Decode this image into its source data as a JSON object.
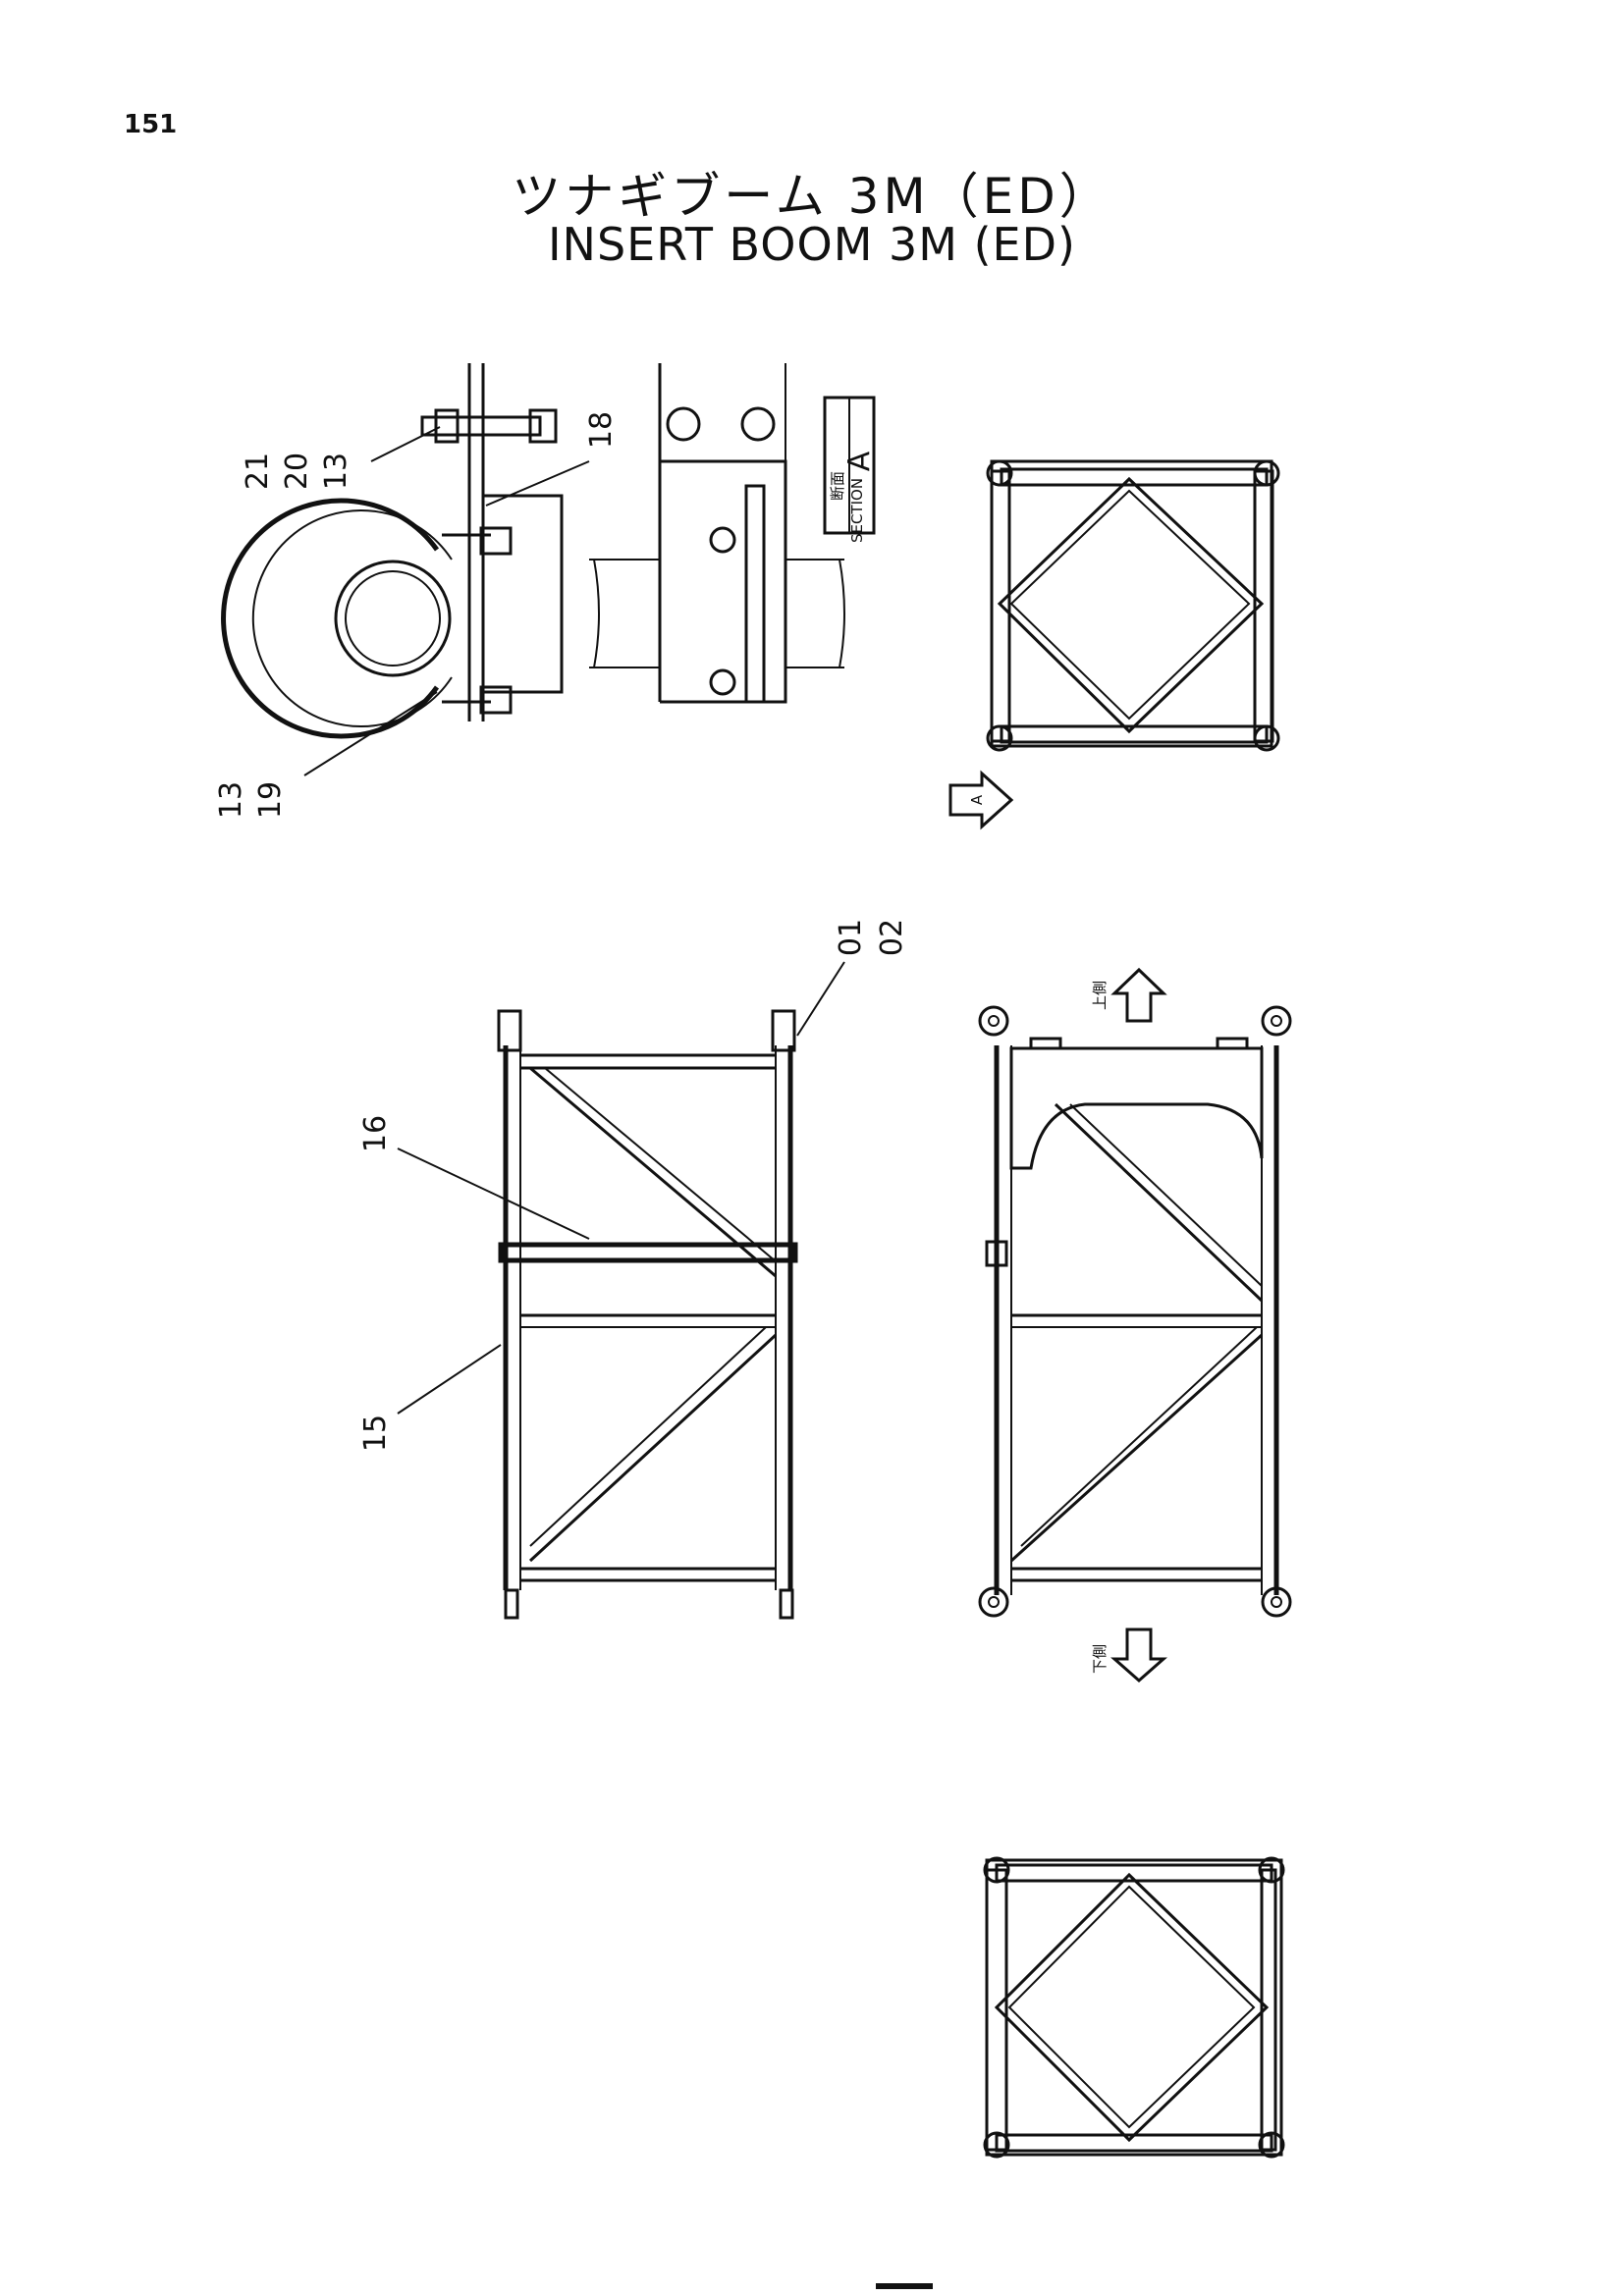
{
  "page_number": "151",
  "title": {
    "japanese": "ツナギブーム 3M（ED）",
    "english": "INSERT BOOM 3M (ED)"
  },
  "callouts": {
    "c21": "21",
    "c20": "20",
    "c13a": "13",
    "c18": "18",
    "c13b": "13",
    "c19": "19",
    "c01": "01",
    "c02": "02",
    "c16": "16",
    "c15": "15"
  },
  "section_label": {
    "letter": "A",
    "japanese": "断面",
    "english": "SECTION"
  },
  "view_arrow_letter": "A",
  "direction_marks": {
    "top": "上側",
    "bottom": "下側"
  }
}
